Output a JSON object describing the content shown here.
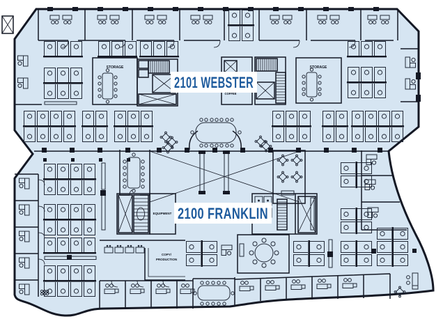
{
  "floorplan": {
    "buildings": [
      {
        "id": "webster",
        "label": "2101 WEBSTER"
      },
      {
        "id": "franklin",
        "label": "2100 FRANKLIN"
      }
    ],
    "room_labels": {
      "storage_left": "STORAGE",
      "storage_right": "STORAGE",
      "coffee": "COFFEE",
      "equipment": "EQUIPMENT",
      "copy_line1": "COPY/",
      "copy_line2": "PRODUCTION"
    },
    "colors": {
      "background": "#ffffff",
      "floor": "#d6e5f2",
      "wall": "#141824",
      "label_text": "#1e5b9d",
      "label_bg": "#ffffff"
    }
  }
}
